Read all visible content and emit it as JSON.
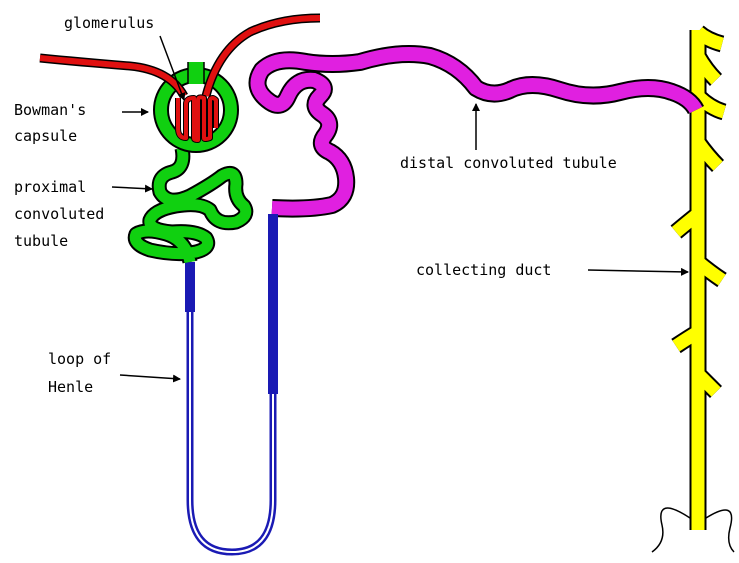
{
  "colors": {
    "glomerulus": "#e01010",
    "capsule_tubule": "#10d010",
    "loop": "#1a1ab4",
    "distal": "#e020e0",
    "duct": "#ffff00",
    "outline": "#000000",
    "background": "#ffffff"
  },
  "labels": {
    "glomerulus": "glomerulus",
    "bowman_line1": "Bowman's",
    "bowman_line2": "capsule",
    "proximal_line1": "proximal",
    "proximal_line2": "convoluted",
    "proximal_line3": "tubule",
    "loop_line1": "loop of",
    "loop_line2": "Henle",
    "distal": "distal convoluted tubule",
    "collecting": "collecting duct"
  }
}
